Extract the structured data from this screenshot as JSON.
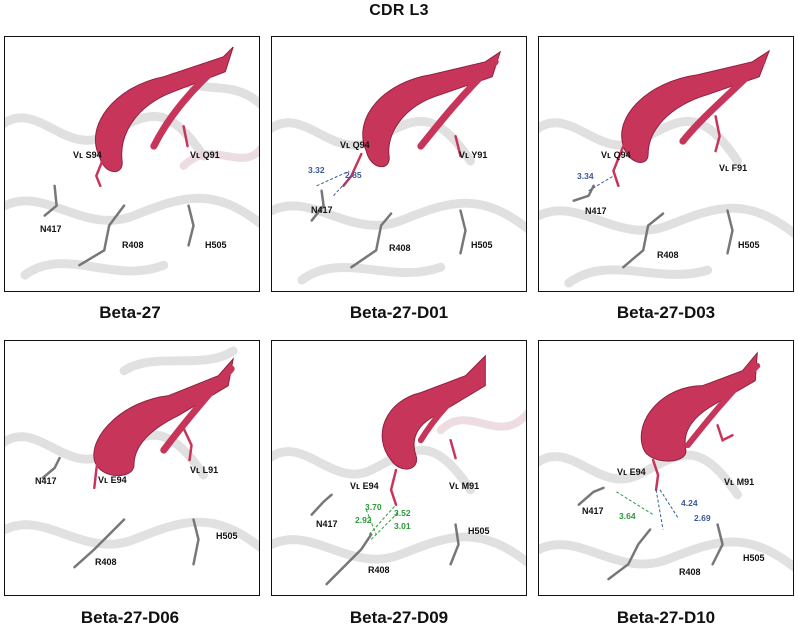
{
  "title": "CDR L3",
  "colors": {
    "loop": "#c8355a",
    "blue_dist": "#3a5a9a",
    "green_dist": "#2a9a3a"
  },
  "panels": [
    {
      "caption": "Beta-27",
      "labels": {
        "vl1": "Vʟ S94",
        "vl2": "Vʟ Q91",
        "n417": "N417",
        "r408": "R408",
        "h505": "H505"
      },
      "distances": []
    },
    {
      "caption": "Beta-27-D01",
      "labels": {
        "vl1": "Vʟ Q94",
        "vl2": "Vʟ Y91",
        "n417": "N417",
        "r408": "R408",
        "h505": "H505"
      },
      "distances": [
        "3.32",
        "2.85"
      ]
    },
    {
      "caption": "Beta-27-D03",
      "labels": {
        "vl1": "Vʟ Q94",
        "vl2": "Vʟ F91",
        "n417": "N417",
        "r408": "R408",
        "h505": "H505"
      },
      "distances": [
        "3.34"
      ]
    },
    {
      "caption": "Beta-27-D06",
      "labels": {
        "vl1": "Vʟ E94",
        "vl2": "Vʟ L91",
        "n417": "N417",
        "r408": "R408",
        "h505": "H505"
      },
      "distances": []
    },
    {
      "caption": "Beta-27-D09",
      "labels": {
        "vl1": "Vʟ E94",
        "vl2": "Vʟ M91",
        "n417": "N417",
        "r408": "R408",
        "h505": "H505"
      },
      "distances": [
        "3.70",
        "3.52",
        "2.92",
        "3.01"
      ]
    },
    {
      "caption": "Beta-27-D10",
      "labels": {
        "vl1": "Vʟ E94",
        "vl2": "Vʟ M91",
        "n417": "N417",
        "r408": "R408",
        "h505": "H505"
      },
      "distances": [
        "3.64",
        "4.24",
        "2.69"
      ]
    }
  ]
}
